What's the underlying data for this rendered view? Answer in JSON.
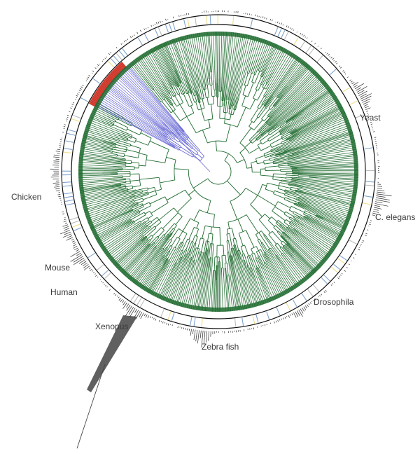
{
  "species_labels": {
    "yeast": "Yeast",
    "celegans": "C. elegans",
    "drosophila": "Drosophila",
    "zebrafish": "Zebra fish",
    "xenopus": "Xenopus",
    "human": "Human",
    "mouse": "Mouse",
    "chicken": "Chicken"
  },
  "colors": {
    "tree_branches": "#1f6b2f",
    "highlighted_clade": "#6a6ad6",
    "highlight_band": "#d0392c",
    "ring_ticks_blue": "#7fa3cf",
    "ring_ticks_yellow": "#efe08a",
    "outer_bars": "#2b2b2b",
    "ring_outline": "#111111"
  }
}
